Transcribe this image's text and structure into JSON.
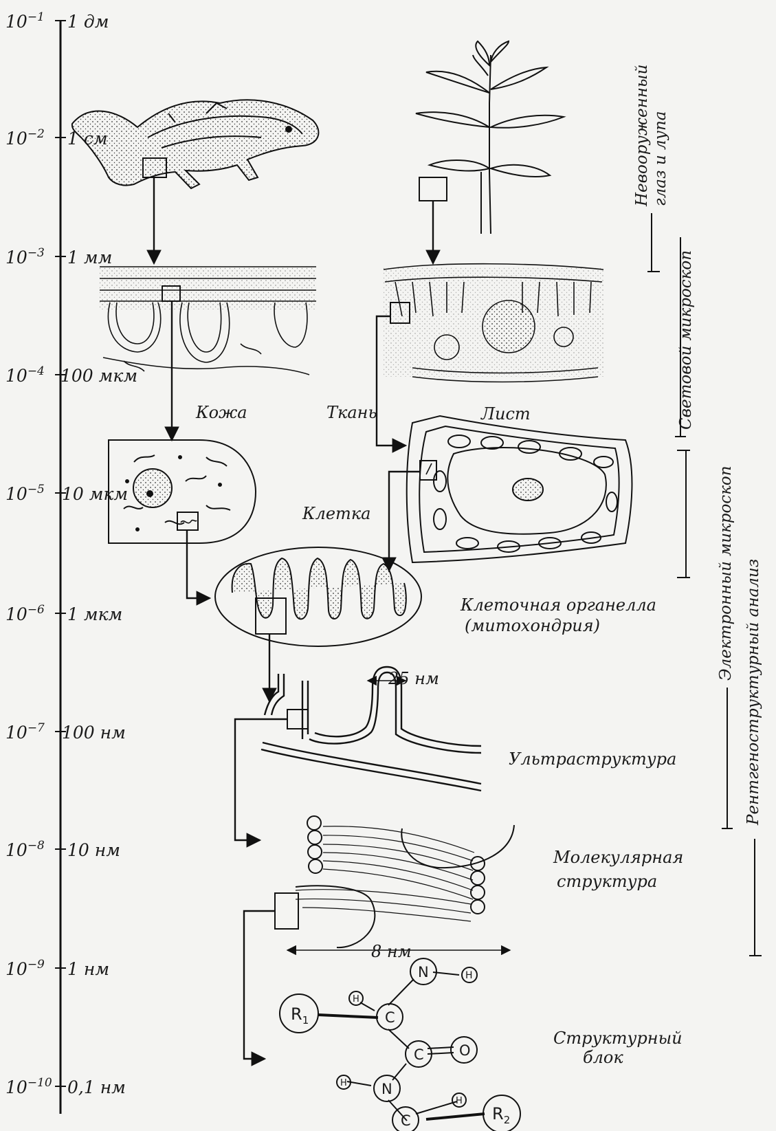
{
  "scale": {
    "exponents": [
      {
        "base": "10",
        "exp": "−1",
        "unit": "1 дм"
      },
      {
        "base": "10",
        "exp": "−2",
        "unit": "1 см"
      },
      {
        "base": "10",
        "exp": "−3",
        "unit": "1 мм"
      },
      {
        "base": "10",
        "exp": "−4",
        "unit": "100 мкм"
      },
      {
        "base": "10",
        "exp": "−5",
        "unit": "10 мкм"
      },
      {
        "base": "10",
        "exp": "−6",
        "unit": "1 мкм"
      },
      {
        "base": "10",
        "exp": "−7",
        "unit": "100 нм"
      },
      {
        "base": "10",
        "exp": "−8",
        "unit": "10 нм"
      },
      {
        "base": "10",
        "exp": "−9",
        "unit": "1 нм"
      },
      {
        "base": "10",
        "exp": "−10",
        "unit": "0,1 нм"
      }
    ]
  },
  "labels": {
    "skin": "Кожа",
    "tissue": "Ткань",
    "leaf": "Лист",
    "cell": "Клетка",
    "organelle_1": "Клеточная органелла",
    "organelle_2": "(митохондрия)",
    "ultrastructure": "Ультраструктура",
    "molecular_1": "Молекулярная",
    "molecular_2": "структура",
    "block_1": "Структурный",
    "block_2": "блок",
    "dim_25": "25 нм",
    "dim_8": "8 нм"
  },
  "methods": {
    "eye_1": "Невооруженный",
    "eye_2": "глаз и лупа",
    "light": "Световой микроскоп",
    "electron": "Электронный микроскоп",
    "xray": "Рентгеноструктурный анализ"
  },
  "atoms": {
    "r1": "R",
    "r1_sub": "1",
    "r2": "R",
    "r2_sub": "2",
    "n": "N",
    "h": "H",
    "c": "C",
    "o": "O"
  }
}
